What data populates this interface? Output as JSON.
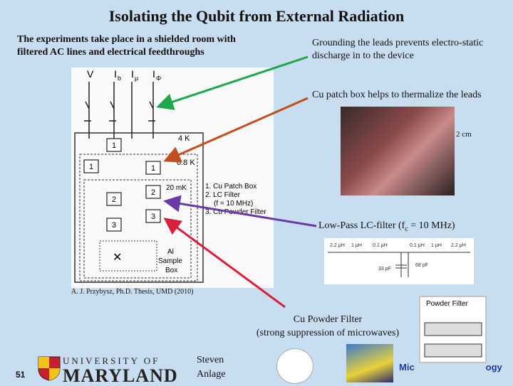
{
  "title": "Isolating the Qubit from External Radiation",
  "experiments_text": "The experiments take place in a shielded room with filtered AC lines and electrical feedthroughs",
  "grounding_text": "Grounding the leads prevents electro-static discharge in to the device",
  "patch_box_text": "Cu patch box helps to thermalize the leads",
  "lpf_text": {
    "prefix": "Low-Pass LC-filter (f",
    "sub": "c",
    "suffix": " = 10 MHz)"
  },
  "citation": "A. J. Przybysz, Ph.D. Thesis, UMD (2010)",
  "powder_text": {
    "line1": "Cu Powder Filter",
    "line2": "(strong suppression of microwaves)"
  },
  "slide_number": "51",
  "author": {
    "line1": "Steven",
    "line2": "Anlage"
  },
  "footer_text": "Mic",
  "footer_text_end": "ogy",
  "logo": {
    "line1": "UNIVERSITY OF",
    "line2": "MARYLAND"
  },
  "schematic": {
    "top_labels": [
      "V",
      "I",
      "I",
      "I"
    ],
    "top_subs": [
      "",
      "b",
      "μ",
      "Φ"
    ],
    "temps": [
      "4 K",
      "0.8 K",
      "20 mK"
    ],
    "box_numbers": [
      "1",
      "1",
      "1",
      "2",
      "2",
      "3",
      "3"
    ],
    "legend": [
      "1.  Cu Patch Box",
      "2.  LC Filter",
      "(f  = 10 MHz)",
      "3.  Cu Powder Filter"
    ],
    "sample_box": [
      "Al",
      "Sample",
      "Box"
    ]
  },
  "photo_scale": "2 cm",
  "lc_filter": {
    "inductors": [
      "2.2 μH",
      "1 μH",
      "0.1 μH",
      "0.1 μH",
      "1 μH",
      "2.2 μH"
    ],
    "caps": [
      "33 pF",
      "68 pF"
    ]
  },
  "powder_filter_label": "Powder Filter",
  "arrow_colors": {
    "green": "#1ea84a",
    "orange": "#c0501e",
    "purple": "#6a3aa8",
    "red": "#d8203a"
  }
}
